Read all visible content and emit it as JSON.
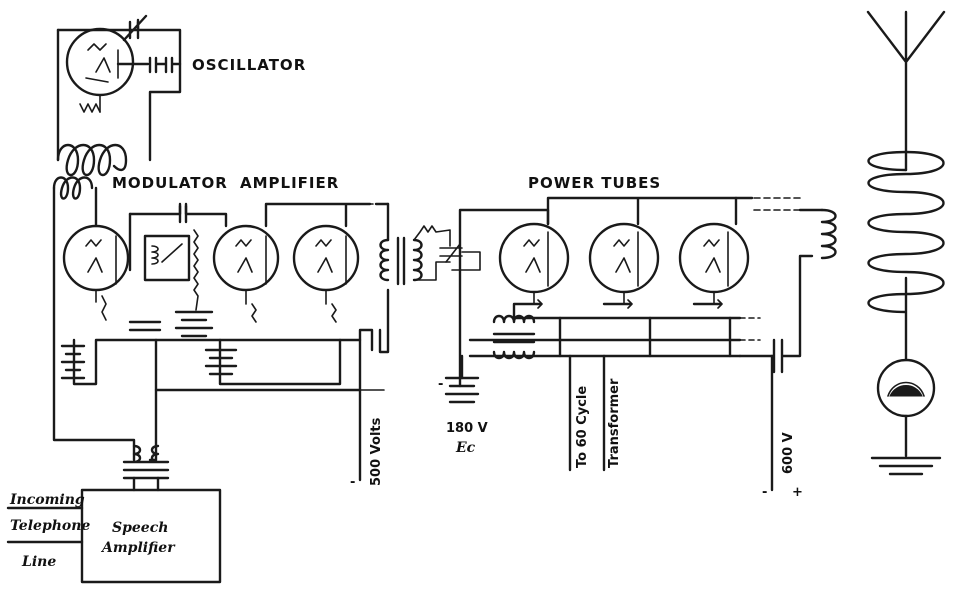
{
  "labels": {
    "oscillator": "OSCILLATOR",
    "modulator": "MODULATOR",
    "amplifier": "AMPLIFIER",
    "power_tubes": "POWER TUBES",
    "volts_500": "500 Volts",
    "volts_180": "180 V",
    "ec": "Ec",
    "to_60_cycle": "To 60 Cycle",
    "transformer": "Transformer",
    "volts_600": "600 V",
    "incoming": "Incoming",
    "telephone": "Telephone",
    "line": "Line",
    "speech": "Speech",
    "amplifier_box": "Amplifier",
    "minus": "-",
    "plus": "+"
  }
}
